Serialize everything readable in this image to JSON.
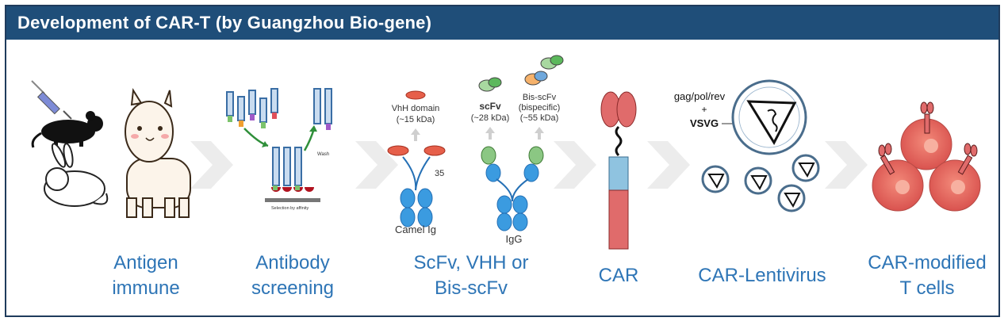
{
  "header": {
    "title": "Development of CAR-T (by Guangzhou Bio-gene)"
  },
  "steps": [
    {
      "line1": "Antigen",
      "line2": "immune"
    },
    {
      "line1": "Antibody",
      "line2": "screening"
    },
    {
      "line1": "ScFv, VHH or",
      "line2": "Bis-scFv"
    },
    {
      "line1": "CAR",
      "line2": ""
    },
    {
      "line1": "CAR-Lentivirus",
      "line2": ""
    },
    {
      "line1": "CAR-modified",
      "line2": "T cells"
    }
  ],
  "screening": {
    "wash": "Wash",
    "selection": "Selection by affinity"
  },
  "fragments": {
    "vhh": "VhH domain",
    "vhh_kda": "(~15 kDa)",
    "scfv": "scFv",
    "scfv_kda": "(~28 kDa)",
    "bis": "Bis-scFv",
    "bis_sub": "(bispecific)",
    "bis_kda": "(~55 kDa)",
    "number": "35",
    "camel": "Camel Ig",
    "igg": "IgG"
  },
  "lentivirus": {
    "genes": "gag/pol/rev",
    "plus": "+",
    "envelope": "VSVG"
  }
}
